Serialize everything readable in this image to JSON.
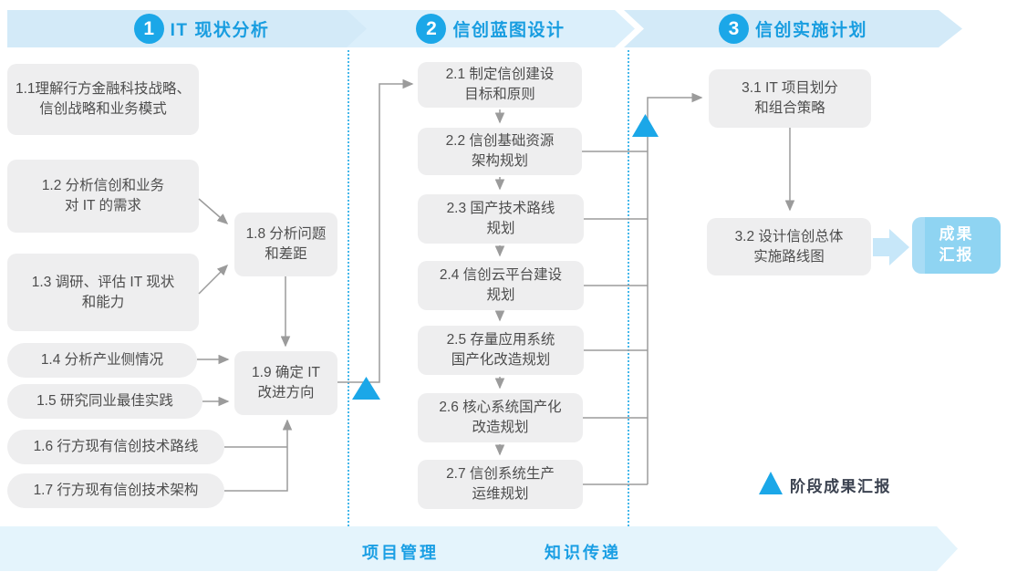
{
  "phases": [
    {
      "number": "1",
      "title": "IT 现状分析"
    },
    {
      "number": "2",
      "title": "信创蓝图设计"
    },
    {
      "number": "3",
      "title": "信创实施计划"
    }
  ],
  "boxes": {
    "b11": "1.1理解行方金融科技战略、\n信创战略和业务模式",
    "b12": "1.2 分析信创和业务\n对 IT 的需求",
    "b13": "1.3 调研、评估 IT 现状\n和能力",
    "b14": "1.4 分析产业侧情况",
    "b15": "1.5 研究同业最佳实践",
    "b16": "1.6 行方现有信创技术路线",
    "b17": "1.7 行方现有信创技术架构",
    "b18": "1.8 分析问题\n和差距",
    "b19": "1.9 确定 IT\n改进方向",
    "b21": "2.1 制定信创建设\n目标和原则",
    "b22": "2.2 信创基础资源\n架构规划",
    "b23": "2.3 国产技术路线\n规划",
    "b24": "2.4 信创云平台建设\n规划",
    "b25": "2.5 存量应用系统\n国产化改造规划",
    "b26": "2.6 核心系统国产化\n改造规划",
    "b27": "2.7 信创系统生产\n运维规划",
    "b31": "3.1 IT 项目划分\n和组合策略",
    "b32": "3.2 设计信创总体\n实施路线图"
  },
  "result_box": "成果\n汇报",
  "legend": {
    "label": "阶段成果汇报"
  },
  "footer": {
    "items": [
      "项目管理",
      "知识传递"
    ]
  },
  "colors": {
    "accent_blue": "#1BA7E8",
    "band_blue": "#D3EAF8",
    "footer_band_blue": "#E4F4FC",
    "title_blue": "#189DE0",
    "box_gray": "#EEEEEF",
    "box_text": "#4D4D4D",
    "line_gray": "#9B9B9B",
    "result_blue": "#8FD4F2"
  }
}
